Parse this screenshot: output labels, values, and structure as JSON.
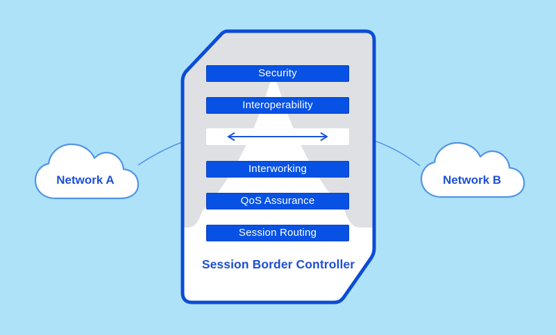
{
  "sbc": {
    "title": "Session Border Controller",
    "layers": [
      {
        "label": "Security"
      },
      {
        "label": "Interoperability"
      },
      {
        "label": "Interworking"
      },
      {
        "label": "QoS Assurance"
      },
      {
        "label": "Session Routing"
      }
    ]
  },
  "clouds": {
    "left": "Network A",
    "right": "Network B"
  },
  "icons": {
    "exchange": "bidirectional-arrow-icon",
    "cloud": "cloud-icon",
    "connector": "curved-arrow-icon"
  },
  "colors": {
    "background": "#AEE2F9",
    "panel_gray": "#DEE0E3",
    "bar_blue": "#0752E5",
    "bar_border": "#0A3FC2",
    "outline_blue": "#0C4CD6",
    "text_blue": "#1E4FD4",
    "cloud_stroke": "#5193E8",
    "arrow_blue": "#1A52DC",
    "white": "#FFFFFF"
  }
}
